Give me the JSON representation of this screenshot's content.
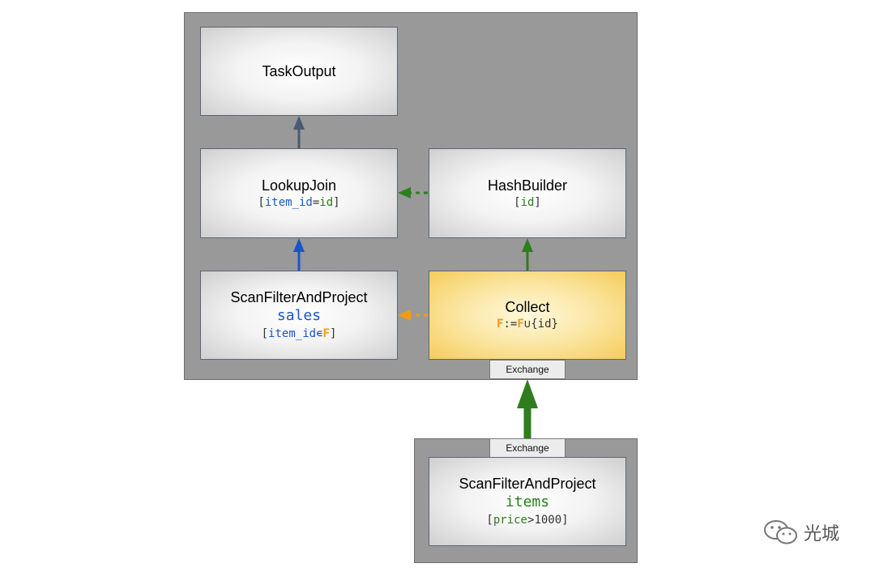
{
  "nodes": {
    "task_output": {
      "title": "TaskOutput"
    },
    "lookup_join": {
      "title": "LookupJoin",
      "pred_open": "[",
      "pred_a": "item_id",
      "pred_eq": "=",
      "pred_b": "id",
      "pred_close": "]"
    },
    "hash_builder": {
      "title": "HashBuilder",
      "pred_open": "[",
      "pred_a": "id",
      "pred_close": "]"
    },
    "scan_sales": {
      "title": "ScanFilterAndProject",
      "table": "sales",
      "pred_open": "[",
      "pred_a": "item_id",
      "pred_in": "∊",
      "pred_f": "F",
      "pred_close": "]"
    },
    "collect": {
      "title": "Collect",
      "f1": "F",
      "assign": ":=",
      "f2": "F",
      "union": "∪",
      "set": "{id}"
    },
    "scan_items": {
      "title": "ScanFilterAndProject",
      "table": "items",
      "pred_open": "[",
      "pred_a": "price",
      "pred_gt": ">",
      "pred_b": "1000",
      "pred_close": "]"
    }
  },
  "exchange_labels": {
    "upper": "Exchange",
    "lower": "Exchange"
  },
  "watermark": {
    "icon": "wechat-icon",
    "text": "光城"
  },
  "colors": {
    "panel": "#999999",
    "blue": "#1a55c8",
    "green": "#2e7d1e",
    "orange": "#f39a12",
    "slate": "#4a5a70"
  }
}
